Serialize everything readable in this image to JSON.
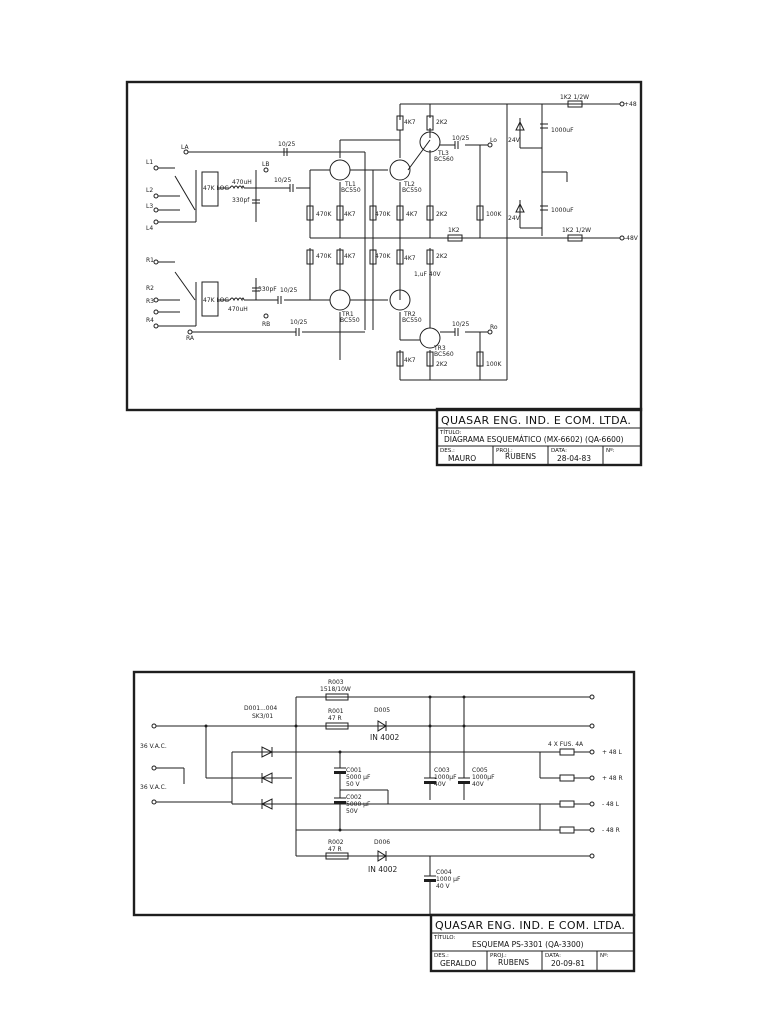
{
  "schematic1": {
    "labels": {
      "L1": "L1",
      "L2": "L2",
      "L3": "L3",
      "L4": "L4",
      "R1": "R1",
      "R2": "R2",
      "R3": "R3",
      "R4": "R4",
      "LA": "LA",
      "LB": "LB",
      "RA": "RA",
      "RB": "RB",
      "Lo": "Lo",
      "Ro": "Ro",
      "pot_L": "47K LOG",
      "pot_R": "47K LOG",
      "ind_L": "470uH",
      "ind_R": "470uH",
      "cap_L": "330pf",
      "cap_R": "330pF",
      "c_1025": "10/25",
      "r470k": "470K",
      "r4k7": "4K7",
      "r2k2": "2K2",
      "r100k": "100K",
      "r1k2": "1K2",
      "r1k2_w": "1K2 1/2W",
      "tl1": "TL1",
      "tl1_type": "BC550",
      "tl2": "TL2",
      "tl2_type": "BC550",
      "tl3": "TL3",
      "tl3_type": "BC560",
      "tr1": "TR1",
      "tr1_type": "BC550",
      "tr2": "TR2",
      "tr2_type": "BC550",
      "tr3": "TR3",
      "tr3_type": "BC560",
      "z24": "24V",
      "c1000": "1000uF",
      "c_mid": "1,uF 40V",
      "vpos": "+48",
      "vneg": "-48V"
    },
    "title_block": {
      "company": "QUASAR ENG. IND. E COM. LTDA.",
      "titulo_label": "TÍTULO:",
      "title": "DIAGRAMA ESQUEMÁTICO (MX-6602) (QA-6600)",
      "des_label": "DES.:",
      "des": "MAURO",
      "proj_label": "PROJ.:",
      "proj": "RUBENS",
      "data_label": "DATA:",
      "data": "28-04-83",
      "n_label": "Nº:",
      "n": ""
    }
  },
  "schematic2": {
    "labels": {
      "r003": "R003",
      "r003_val": "1518/10W",
      "d001": "D001...004",
      "d001_val": "SK3/01",
      "r001": "R001",
      "r001_val": "47 R",
      "r002": "R002",
      "r002_val": "47 R",
      "d005": "D005",
      "d005_val": "IN 4002",
      "d006": "D006",
      "d006_val": "IN 4002",
      "vac1": "36 V.A.C.",
      "vac2": "36 V.A.C.",
      "c001": "C001",
      "c001_val": "5000 µF",
      "c001_v": "50 V",
      "c002": "C002",
      "c002_val": "5000 µF",
      "c002_v": "50V",
      "c003": "C003",
      "c003_val": "1000µF",
      "c003_v": "40V",
      "c005": "C005",
      "c005_val": "1000µF",
      "c005_v": "40V",
      "c004": "C004",
      "c004_val": "1000 µF",
      "c004_v": "40 V",
      "fus": "4 X FUS. 4A",
      "out1": "+ 48 L",
      "out2": "+ 48 R",
      "out3": "- 48 L",
      "out4": "- 48 R"
    },
    "title_block": {
      "company": "QUASAR ENG. IND. E COM. LTDA.",
      "titulo_label": "TÍTULO:",
      "title": "ESQUEMA PS-3301 (QA-3300)",
      "des_label": "DES.:",
      "des": "GERALDO",
      "proj_label": "PROJ.:",
      "proj": "RUBENS",
      "data_label": "DATA:",
      "data": "20-09-81",
      "n_label": "Nº:",
      "n": ""
    }
  }
}
